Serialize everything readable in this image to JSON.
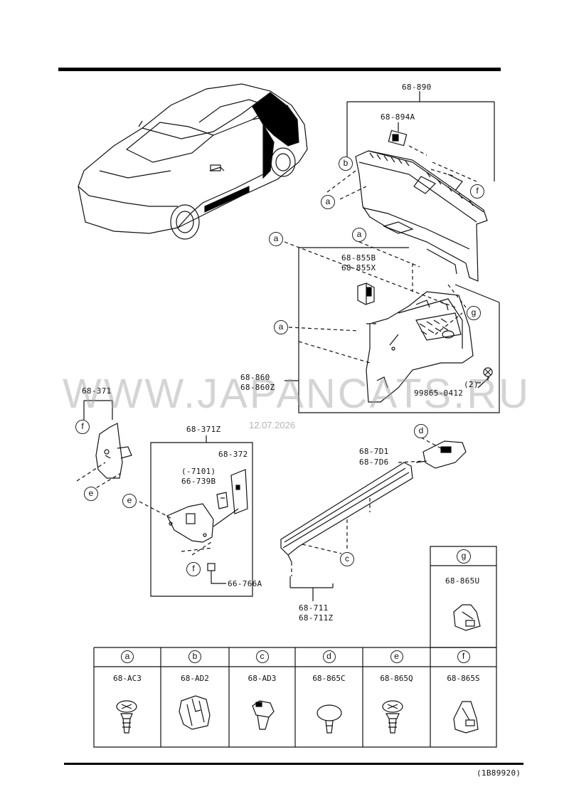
{
  "diagram": {
    "code": "(1B89920)",
    "watermark": "WWW.JAPANCATS.RU",
    "date": "12.07.2026",
    "labels": {
      "p68_890": "68-890",
      "p68_894A": "68-894A",
      "p68_855B": "68-855B",
      "p68_855X": "68-855X",
      "p68_860": "68-860",
      "p68_860Z": "68-860Z",
      "qty2": "(2)",
      "p99865": "99865-0412",
      "p68_371": "68-371",
      "p68_371Z": "68-371Z",
      "p68_372": "68-372",
      "range": "(-7101)",
      "p66_739B": "66-739B",
      "p66_766A": "66-766A",
      "p68_7D1": "68-7D1",
      "p68_7D6": "68-7D6",
      "p68_711": "68-711",
      "p68_711Z": "68-711Z",
      "g_part": "68-865U"
    },
    "callouts": {
      "a": "a",
      "b": "b",
      "c": "c",
      "d": "d",
      "e": "e",
      "f": "f",
      "g": "g"
    },
    "fasteners": [
      {
        "letter": "a",
        "part": "68-AC3"
      },
      {
        "letter": "b",
        "part": "68-AD2"
      },
      {
        "letter": "c",
        "part": "68-AD3"
      },
      {
        "letter": "d",
        "part": "68-865C"
      },
      {
        "letter": "e",
        "part": "68-865Q"
      },
      {
        "letter": "f",
        "part": "68-865S"
      }
    ]
  }
}
